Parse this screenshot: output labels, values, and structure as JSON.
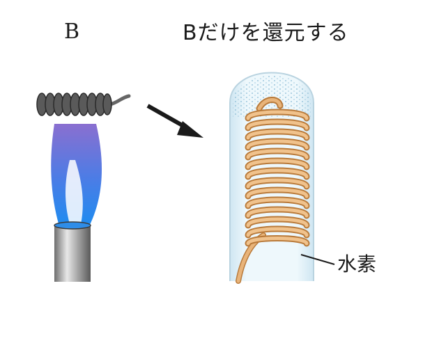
{
  "labels": {
    "left_title": "B",
    "right_title": "Bだけを還元する",
    "gas_label": "水素"
  },
  "colors": {
    "coil_dark": "#555555",
    "copper": "#e8b47a",
    "copper_edge": "#b97a3a",
    "flame_purple": "#7b6fd6",
    "flame_blue": "#2f7de8",
    "tube_glass": "#dff0f8",
    "burner_steel": "#8c8c8c"
  }
}
